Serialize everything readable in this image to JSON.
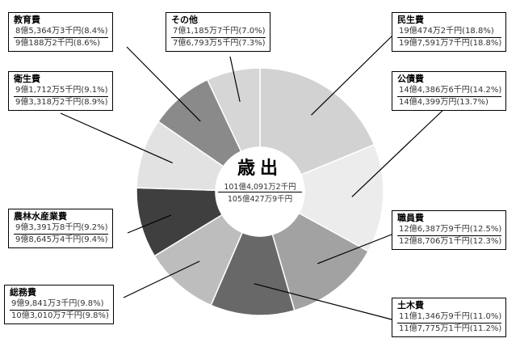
{
  "chart_data": {
    "type": "pie",
    "title": "歳出",
    "total_current": "101億4,091万2千円",
    "total_previous": "105億427万9千円",
    "slices": [
      {
        "name": "民生費",
        "current": "19億474万2千円",
        "current_pct": "(18.8%)",
        "previous": "19億7,591万7千円(18.8%)",
        "value": 18.8,
        "color": "#d2d2d2"
      },
      {
        "name": "公債費",
        "current": "14億4,386万6千円",
        "current_pct": "(14.2%)",
        "previous": "14億4,399万円(13.7%)",
        "value": 14.2,
        "color": "#ececec"
      },
      {
        "name": "職員費",
        "current": "12億6,387万9千円",
        "current_pct": "(12.5%)",
        "previous": "12億8,706万1千円(12.3%)",
        "value": 12.5,
        "color": "#a2a2a2"
      },
      {
        "name": "土木費",
        "current": "11億1,346万9千円",
        "current_pct": "(11.0%)",
        "previous": "11億7,775万1千円(11.2%)",
        "value": 11.0,
        "color": "#686868"
      },
      {
        "name": "総務費",
        "current": "9億9,841万3千円",
        "current_pct": "(9.8%)",
        "previous": "10億3,010万7千円(9.8%)",
        "value": 9.8,
        "color": "#bdbdbd"
      },
      {
        "name": "農林水産業費",
        "current": "9億3,391万8千円",
        "current_pct": "(9.2%)",
        "previous": "9億8,645万4千円(9.4%)",
        "value": 9.2,
        "color": "#3f3f3f"
      },
      {
        "name": "衛生費",
        "current": "9億1,712万5千円",
        "current_pct": "(9.1%)",
        "previous": "9億3,318万2千円(8.9%)",
        "value": 9.1,
        "color": "#e2e2e2"
      },
      {
        "name": "教育費",
        "current": "8億5,364万3千円",
        "current_pct": "(8.4%)",
        "previous": "9億188万2千円(8.6%)",
        "value": 8.4,
        "color": "#8a8a8a"
      },
      {
        "name": "その他",
        "current": "7億1,185万7千円",
        "current_pct": "(7.0%)",
        "previous": "7億6,793万5千円(7.3%)",
        "value": 7.0,
        "color": "#d6d6d6"
      }
    ]
  }
}
